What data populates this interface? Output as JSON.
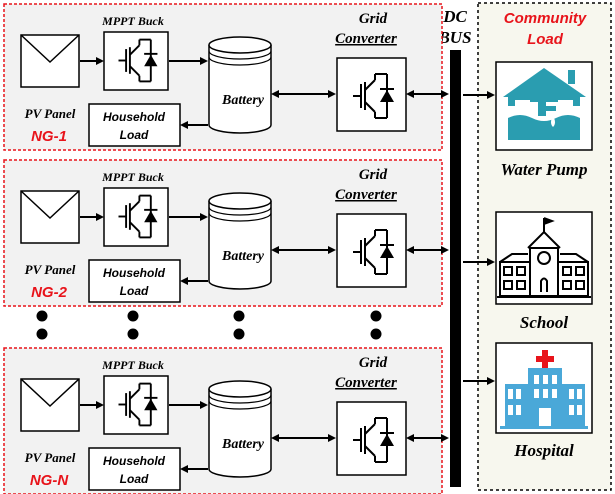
{
  "bus": {
    "line1": "DC",
    "line2": "BUS"
  },
  "community": {
    "line1": "Community",
    "line2": "Load",
    "color": "#e8141b"
  },
  "nanogrids": [
    {
      "id": "NG-1",
      "pv": "PV Panel",
      "mppt": "MPPT Buck",
      "battery": "Battery",
      "conv1": "Grid",
      "conv2": "Converter",
      "load1": "Household",
      "load2": "Load"
    },
    {
      "id": "NG-2",
      "pv": "PV Panel",
      "mppt": "MPPT Buck",
      "battery": "Battery",
      "conv1": "Grid",
      "conv2": "Converter",
      "load1": "Household",
      "load2": "Load"
    },
    {
      "id": "NG-N",
      "pv": "PV Panel",
      "mppt": "MPPT Buck",
      "battery": "Battery",
      "conv1": "Grid",
      "conv2": "Converter",
      "load1": "Household",
      "load2": "Load"
    }
  ],
  "loads": [
    {
      "label": "Water Pump",
      "icon": "water-pump-icon"
    },
    {
      "label": "School",
      "icon": "school-icon"
    },
    {
      "label": "Hospital",
      "icon": "hospital-icon"
    }
  ],
  "colors": {
    "ng_border": "#e8141b",
    "ng_fill": "#f2f2f2",
    "icon_teal": "#2a9db0",
    "hospital_blue": "#4aa8d8",
    "hospital_red": "#e8141b"
  }
}
